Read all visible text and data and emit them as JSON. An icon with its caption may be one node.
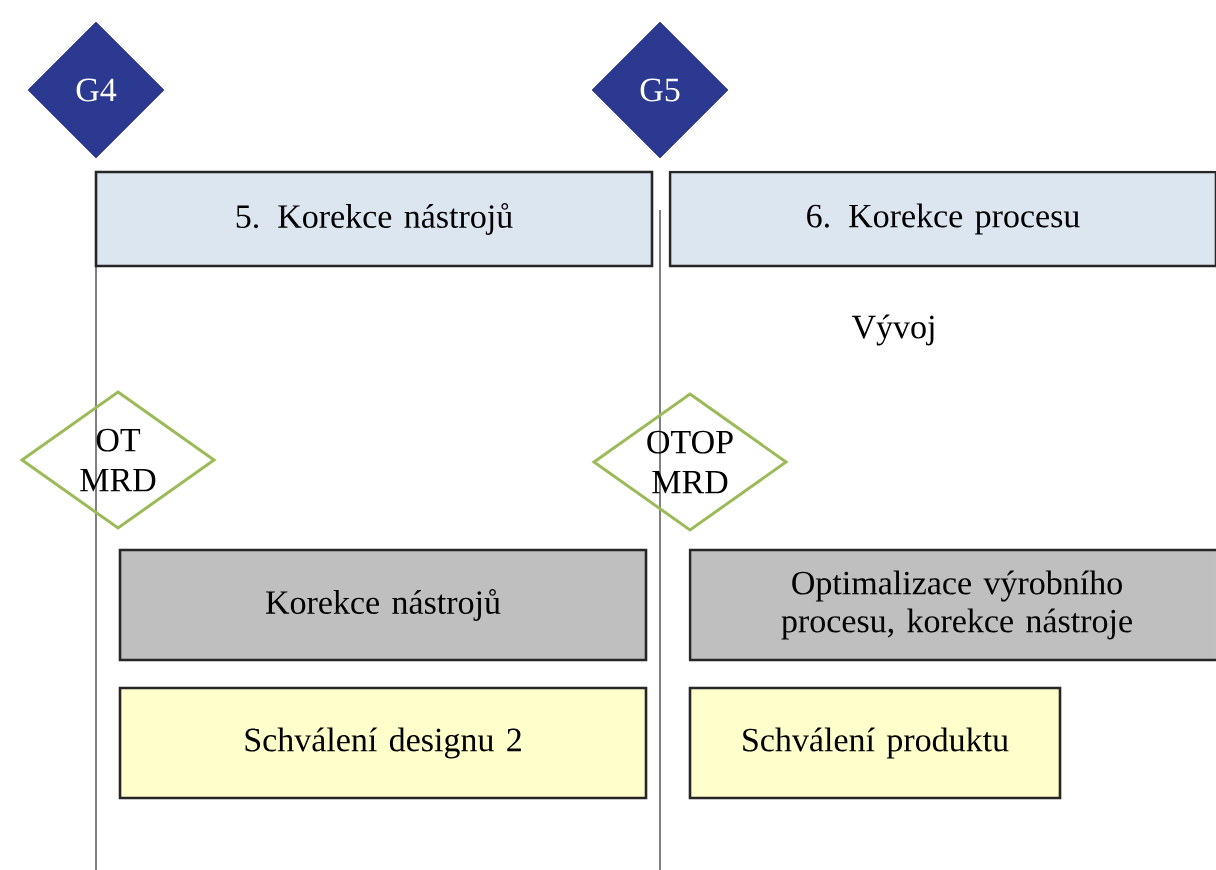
{
  "diagram": {
    "nodes": [
      {
        "text": [
          "G4"
        ]
      },
      {
        "text": [
          "G5"
        ]
      },
      {
        "text": [
          "5. Korekce nástrojů"
        ]
      },
      {
        "text": [
          "6. Korekce procesu"
        ]
      },
      {
        "text": [
          "OT MRD"
        ]
      },
      {
        "text": [
          "OTOP MRD"
        ]
      },
      {
        "text": [
          "Korekce nástrojů"
        ]
      },
      {
        "text": [
          "Optimalizace výrobního procesu, korekce nástroje"
        ]
      },
      {
        "text": [
          "Schválení designu 2"
        ]
      },
      {
        "text": [
          "Schválení produktu"
        ]
      }
    ],
    "labels": [
      "Vývoj"
    ]
  }
}
